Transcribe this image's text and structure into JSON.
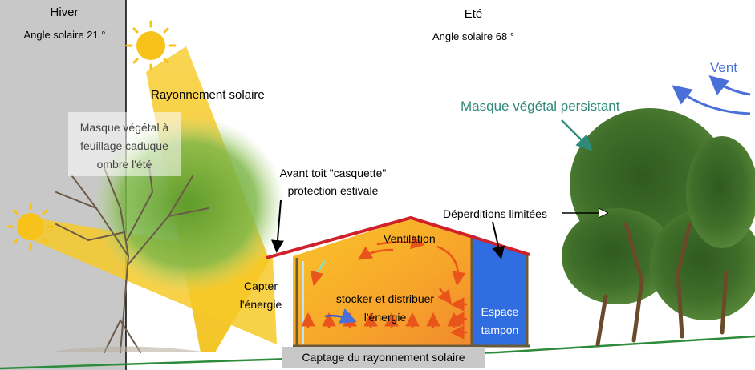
{
  "winter": {
    "title": "Hiver",
    "angle": "Angle solaire 21 °"
  },
  "summer": {
    "title": "Eté",
    "angle": "Angle solaire 68 °"
  },
  "labels": {
    "solar_radiation": "Rayonnement solaire",
    "deciduous_mask": [
      "Masque végétal à",
      "feuillage caduque",
      "ombre l'été"
    ],
    "overhang": [
      "Avant toit \"casquette\"",
      "protection estivale"
    ],
    "persistent_mask": "Masque végétal persistant",
    "wind": "Vent",
    "losses": "Déperditions limitées",
    "ventilation": "Ventilation",
    "capture": [
      "Capter",
      "l'énergie"
    ],
    "store": [
      "stocker et distribuer",
      "l'énergie"
    ],
    "buffer": [
      "Espace",
      "tampon"
    ],
    "ground_capture": "Captage du rayonnement solaire"
  },
  "colors": {
    "winter_bg": "#c8c8c8",
    "sun": "#f7c21a",
    "roof": "#d0202a",
    "buffer": "#2f6de0",
    "wind_arrow": "#4a6fd8",
    "teal_text": "#2f8a7a",
    "ground": "#2e8b3c",
    "heat_arrow": "#e8541a"
  }
}
